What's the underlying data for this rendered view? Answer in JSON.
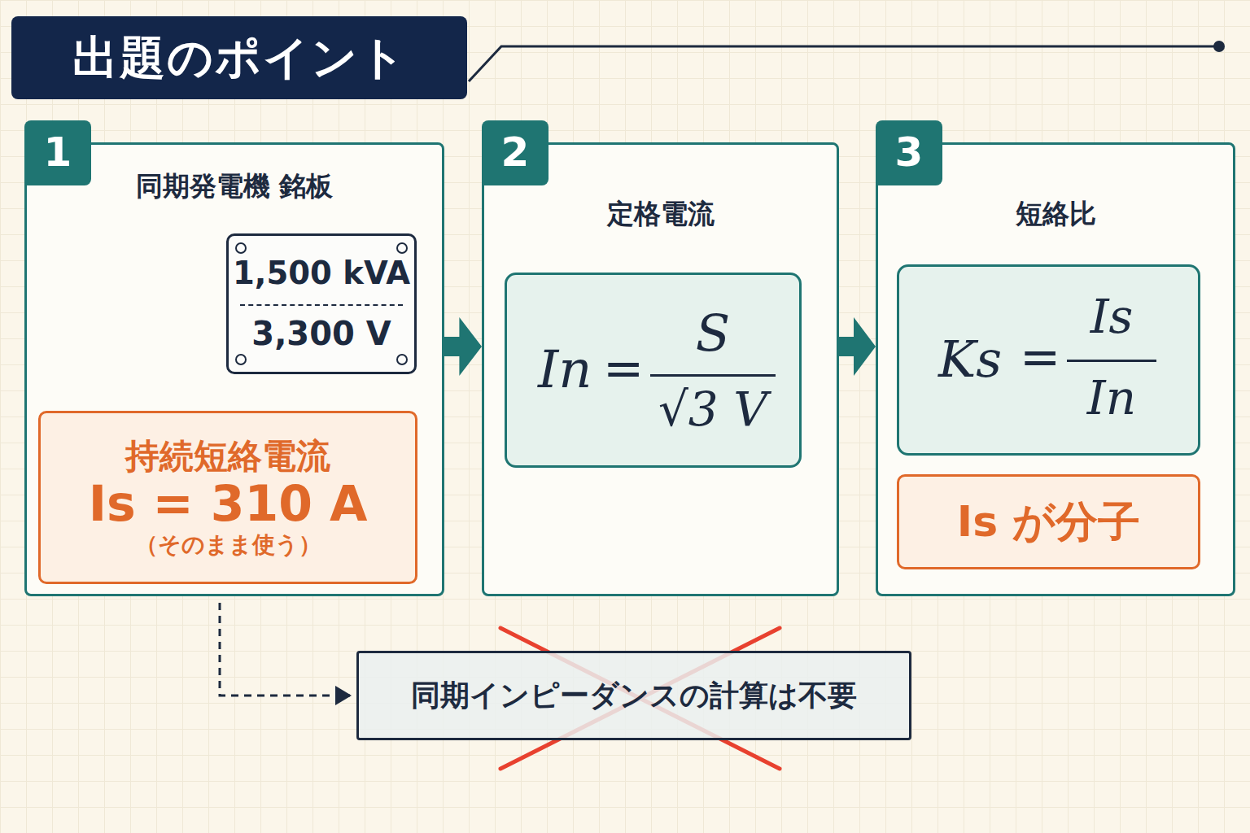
{
  "diagram": {
    "title": "出題のポイント",
    "nodes": [
      {
        "text": [
          "同期発電機 銘板"
        ]
      },
      {
        "text": [
          "1"
        ],
        "in": 0
      },
      {
        "text": [
          "1,500 kVA",
          "3,300 V"
        ],
        "in": 0
      },
      {
        "text": [
          "持続短絡電流",
          "Is = 310 A",
          "（そのまま使う）"
        ],
        "in": 0
      },
      {
        "text": [
          "定格電流"
        ]
      },
      {
        "text": [
          "2"
        ],
        "in": 4
      },
      {
        "text": [
          "In",
          "=",
          "S",
          "√3 V"
        ],
        "in": 4
      },
      {
        "text": [
          "短絡比"
        ]
      },
      {
        "text": [
          "3"
        ],
        "in": 7
      },
      {
        "text": [
          "Ks",
          "=",
          "Is",
          "In"
        ],
        "in": 7
      },
      {
        "text": [
          "Is が分子"
        ],
        "in": 7
      },
      {
        "text": [
          "同期インピーダンスの計算は不要"
        ]
      }
    ],
    "edges": [
      {
        "from": 0,
        "to": 4,
        "arrow": "to"
      },
      {
        "from": 4,
        "to": 7,
        "arrow": "to"
      },
      {
        "from": 0,
        "to": 11,
        "arrow": "to"
      }
    ]
  }
}
